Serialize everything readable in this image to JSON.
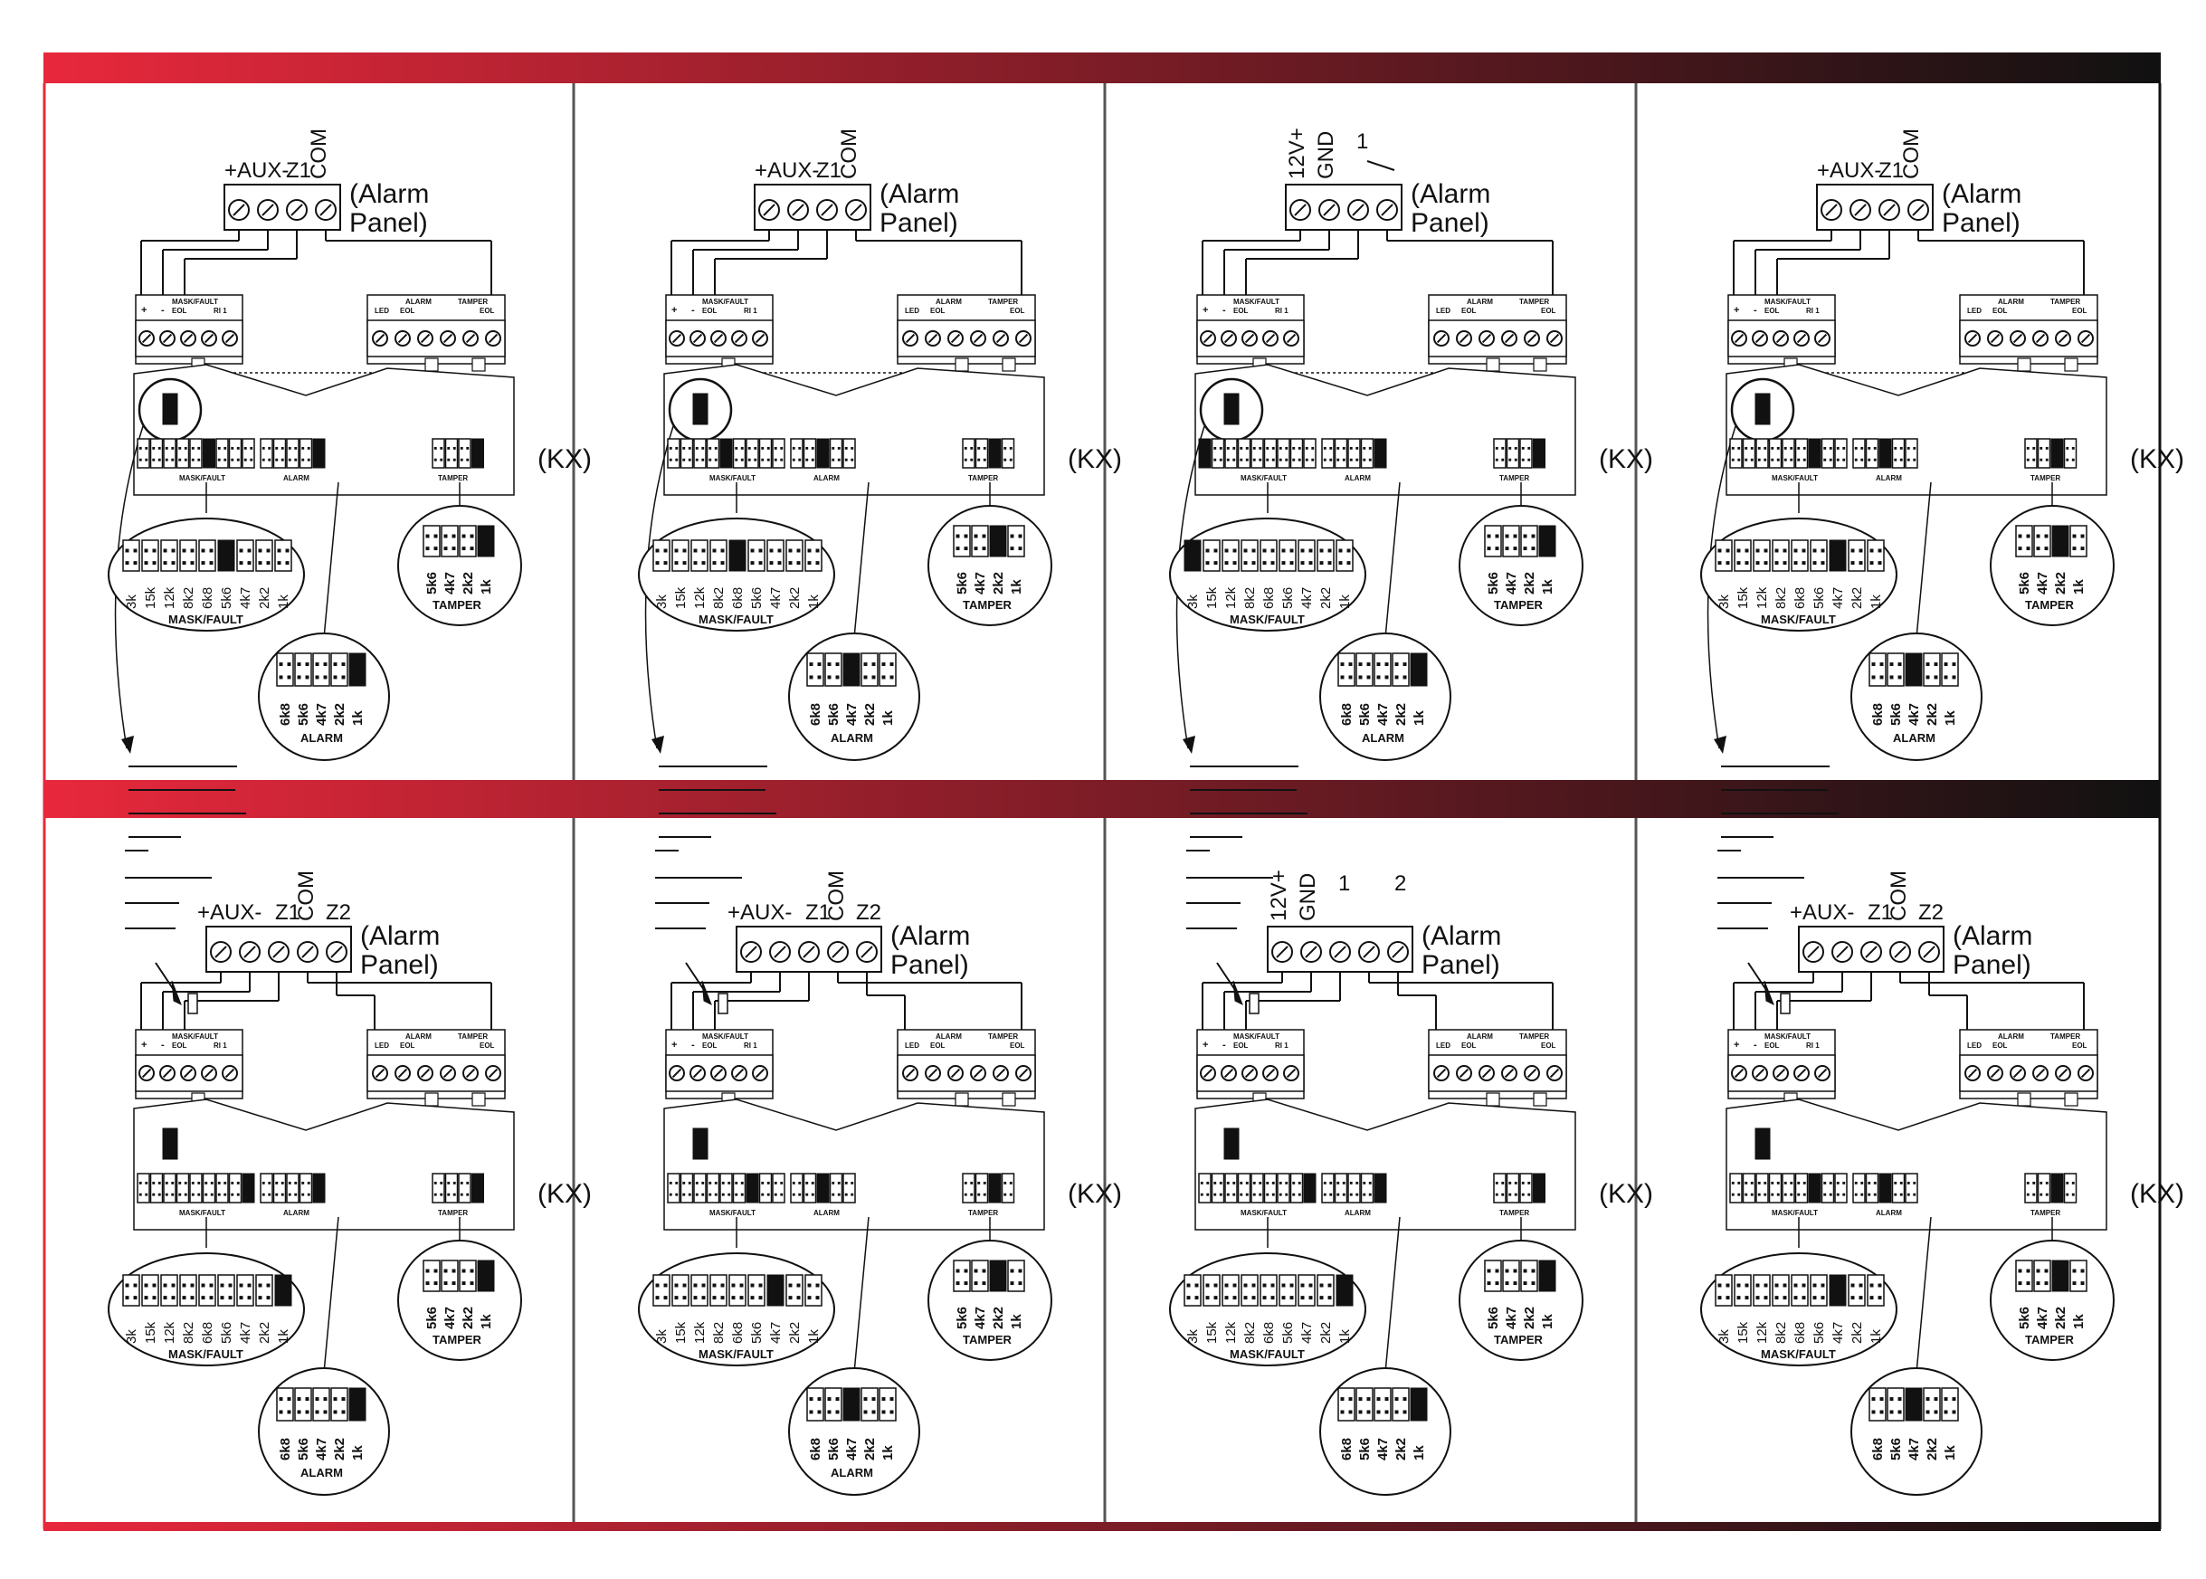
{
  "colors": {
    "band_start": "#e8283c",
    "band_end": "#111111",
    "ink": "#111111",
    "paper": "#ffffff"
  },
  "labels": {
    "alarm_panel_1": "(Alarm",
    "alarm_panel_2": "Panel)",
    "kx": "(KX)",
    "aux": "+AUX-",
    "z1": "Z1",
    "z2": "Z2",
    "com": "COM",
    "v12": "12V+",
    "gnd": "GND",
    "one": "1",
    "two": "2",
    "plus": "+",
    "minus": "-",
    "mask_fault": "MASK/FAULT",
    "eol": "EOL",
    "ri1": "RI 1",
    "alarm": "ALARM",
    "led": "LED",
    "tamper": "TAMPER"
  },
  "jumpers": {
    "mask_values": [
      "3k",
      "15k",
      "12k",
      "8k2",
      "6k8",
      "5k6",
      "4k7",
      "2k2",
      "1k"
    ],
    "short_values": [
      "6k8",
      "5k6",
      "4k7",
      "2k2",
      "1k"
    ],
    "tamper_values": [
      "5k6",
      "4k7",
      "2k2",
      "1k"
    ]
  },
  "panels": [
    {
      "terminals": "aux_z1_com",
      "mask_sel": 5,
      "tamper_sel": 3,
      "alarm_sel": 4,
      "alarm_caption": true,
      "row": 0
    },
    {
      "terminals": "aux_z1_com",
      "mask_sel": 4,
      "tamper_sel": 2,
      "alarm_sel": 2,
      "alarm_caption": true,
      "row": 0
    },
    {
      "terminals": "v12_gnd_1",
      "mask_sel": 0,
      "tamper_sel": 3,
      "alarm_sel": 4,
      "alarm_caption": true,
      "row": 0
    },
    {
      "terminals": "aux_z1_com",
      "mask_sel": 6,
      "tamper_sel": 2,
      "alarm_sel": 2,
      "alarm_caption": true,
      "row": 0
    },
    {
      "terminals": "aux_z1_com_z2",
      "mask_sel": 8,
      "tamper_sel": 3,
      "alarm_sel": 4,
      "alarm_caption": true,
      "row": 1
    },
    {
      "terminals": "aux_z1_com_z2",
      "mask_sel": 6,
      "tamper_sel": 2,
      "alarm_sel": 2,
      "alarm_caption": true,
      "row": 1
    },
    {
      "terminals": "v12_gnd_1_2",
      "mask_sel": 8,
      "tamper_sel": 3,
      "alarm_sel": 4,
      "alarm_caption": false,
      "row": 1
    },
    {
      "terminals": "aux_z1_com_z2",
      "mask_sel": 6,
      "tamper_sel": 2,
      "alarm_sel": 2,
      "alarm_caption": false,
      "row": 1
    }
  ]
}
